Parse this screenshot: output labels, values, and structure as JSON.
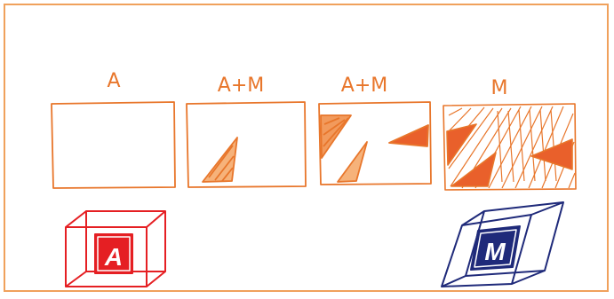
{
  "panels": [
    {
      "label": "A"
    },
    {
      "label": "A+M"
    },
    {
      "label": "A+M"
    },
    {
      "label": "M"
    }
  ],
  "icons": [
    {
      "name": "additive-cube-icon",
      "letter": "A",
      "color": "#e51f23"
    },
    {
      "name": "manual-cube-icon",
      "letter": "M",
      "color": "#1f2a7a"
    }
  ],
  "colors": {
    "sketch": "#e8762b",
    "frame": "#f0a15c",
    "additive": "#e51f23",
    "manual": "#1f2a7a"
  }
}
